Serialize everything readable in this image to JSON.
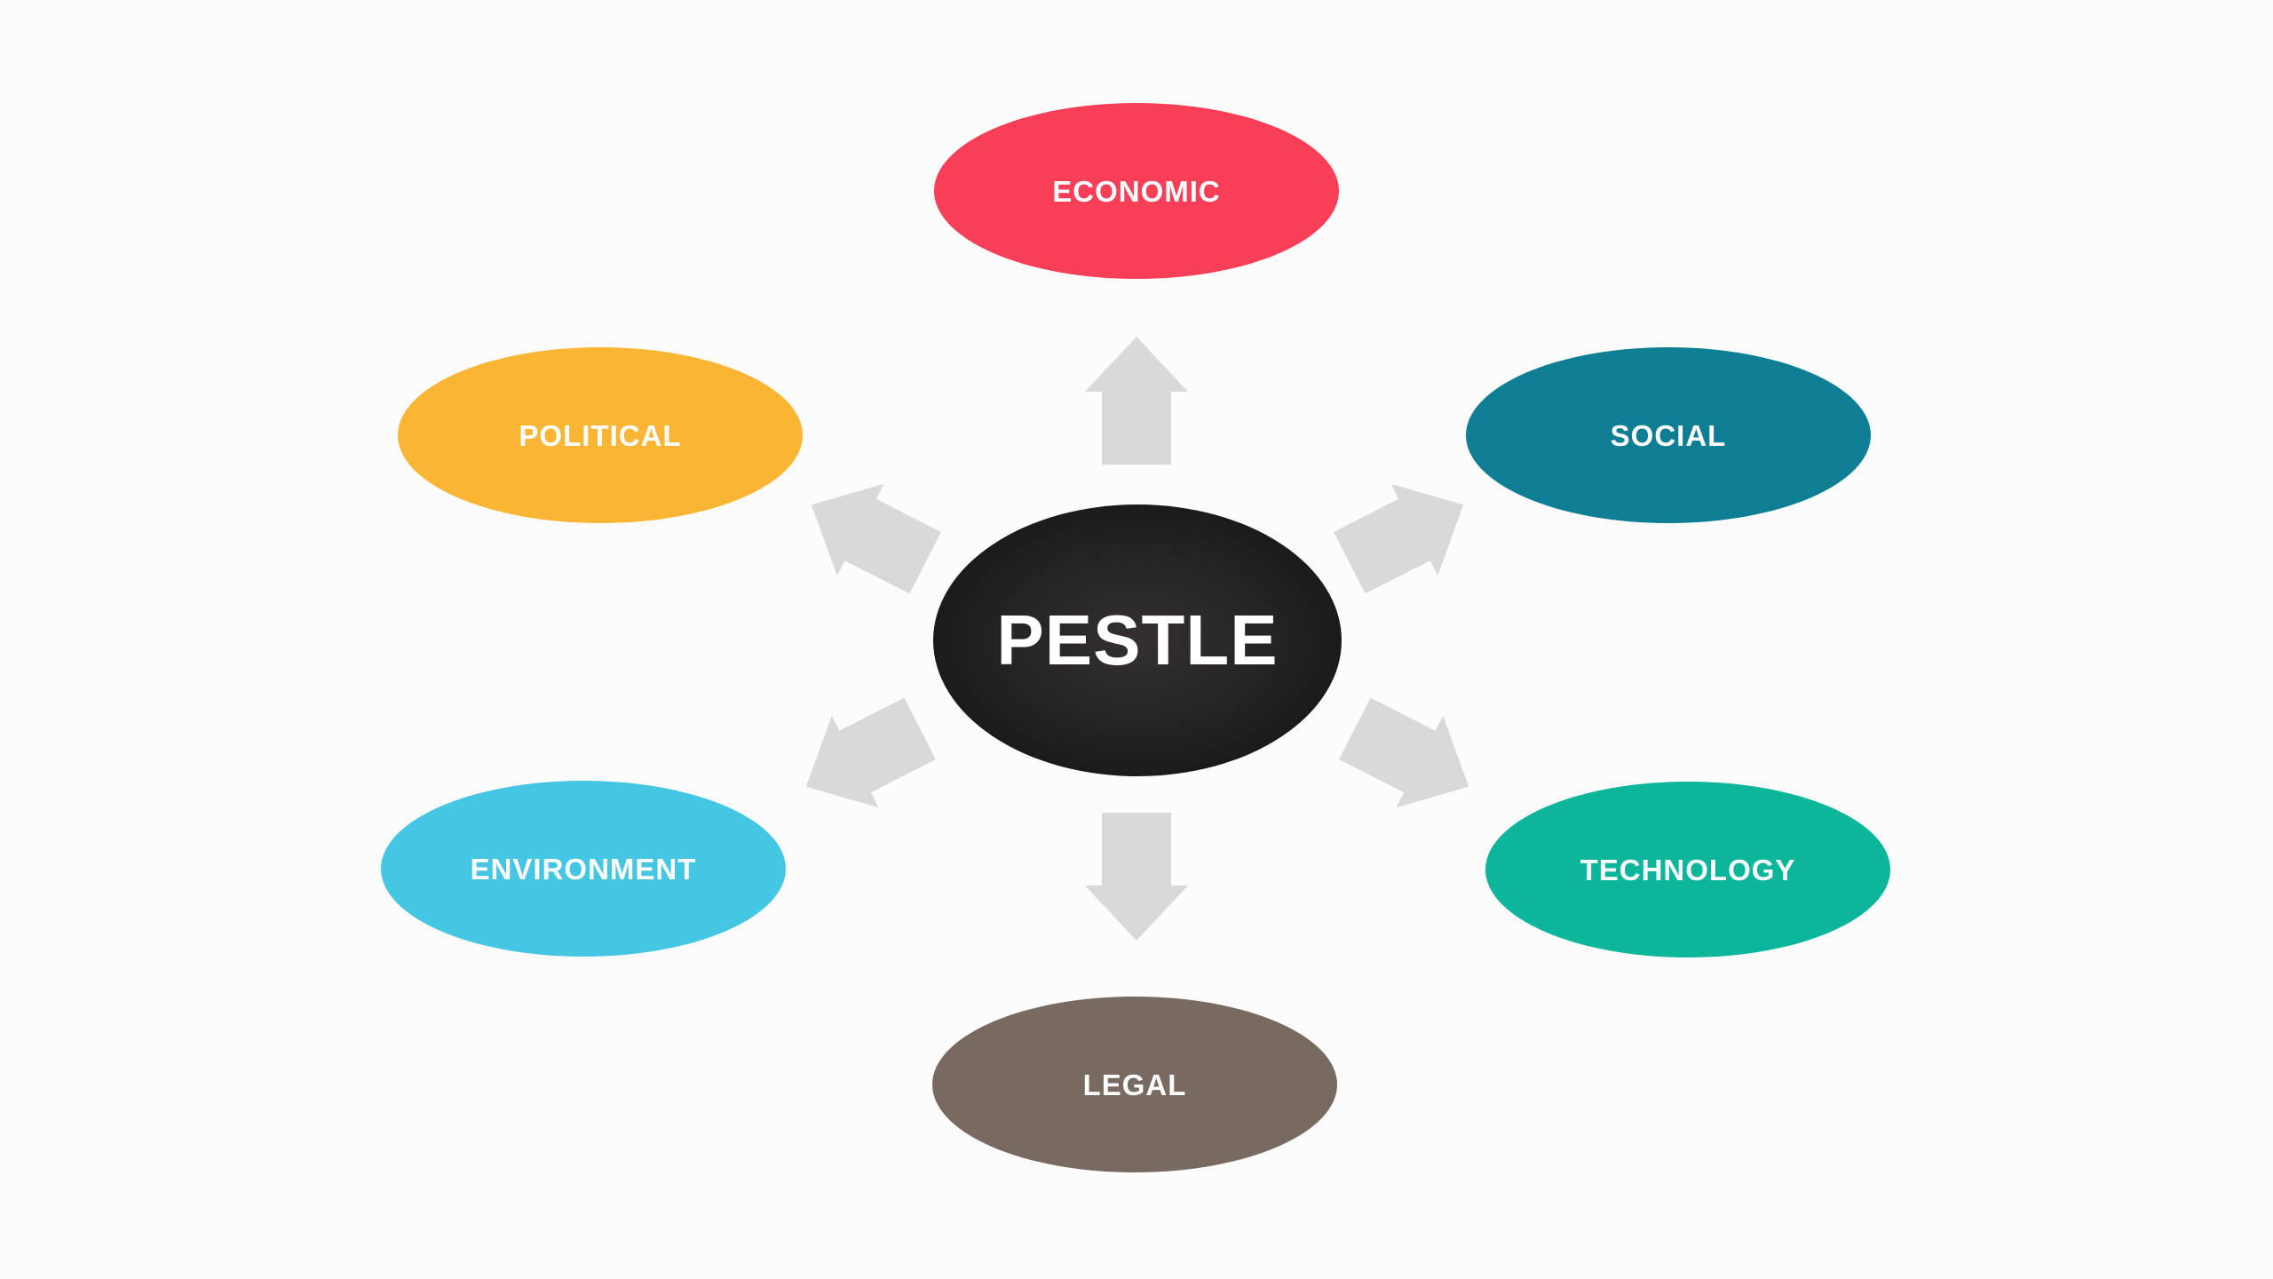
{
  "diagram": {
    "title": "PESTLE",
    "center_color": "#262323",
    "text_color": "#FFFFFF",
    "background_color": "#FCFCFC",
    "nodes": [
      {
        "id": "economic",
        "label": "ECONOMIC",
        "color": "#F93E58"
      },
      {
        "id": "political",
        "label": "POLITICAL",
        "color": "#FBB534"
      },
      {
        "id": "social",
        "label": "SOCIAL",
        "color": "#0D7E94"
      },
      {
        "id": "environment",
        "label": "ENVIRONMENT",
        "color": "#45C6E3"
      },
      {
        "id": "technology",
        "label": "TECHNOLOGY",
        "color": "#0BB69B"
      },
      {
        "id": "legal",
        "label": "LEGAL",
        "color": "#786A61"
      }
    ],
    "arrows": {
      "color": "#D9D9D9",
      "style": "block-arrow",
      "directions": [
        "up",
        "upper-left",
        "upper-right",
        "lower-left",
        "lower-right",
        "down"
      ]
    }
  }
}
